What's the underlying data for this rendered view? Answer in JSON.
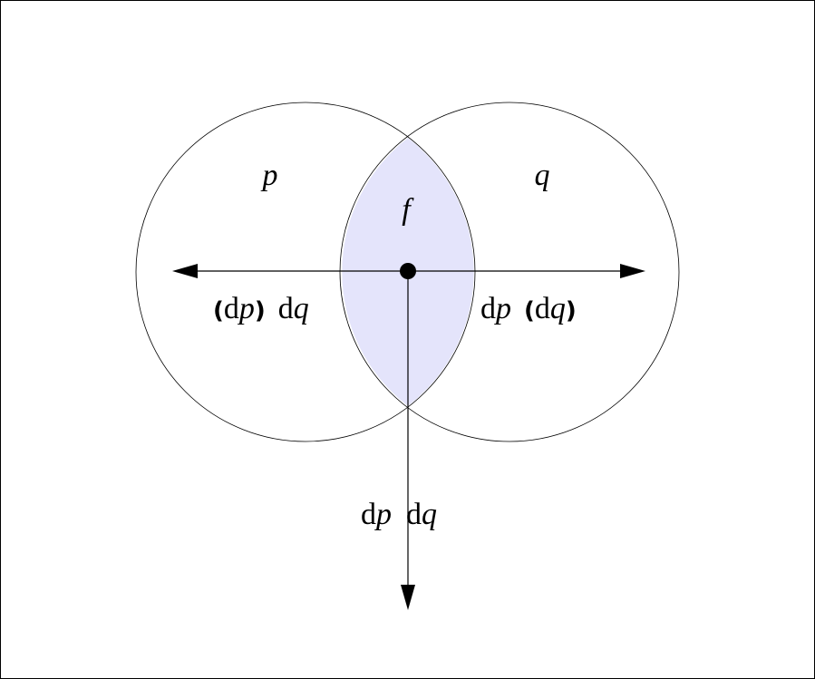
{
  "regions": {
    "left": "p",
    "right": "q",
    "intersection": "f"
  },
  "arrows": {
    "left": {
      "paren": [
        "(",
        ")"
      ],
      "d1": "d",
      "v1": "p",
      "d2": "d",
      "v2": "q"
    },
    "right": {
      "d1": "d",
      "v1": "p",
      "paren": [
        "(",
        ")"
      ],
      "d2": "d",
      "v2": "q"
    },
    "down": {
      "d1": "d",
      "v1": "p",
      "d2": "d",
      "v2": "q"
    }
  },
  "colors": {
    "intersection_fill": "#e4e4fb",
    "stroke": "#000000"
  }
}
